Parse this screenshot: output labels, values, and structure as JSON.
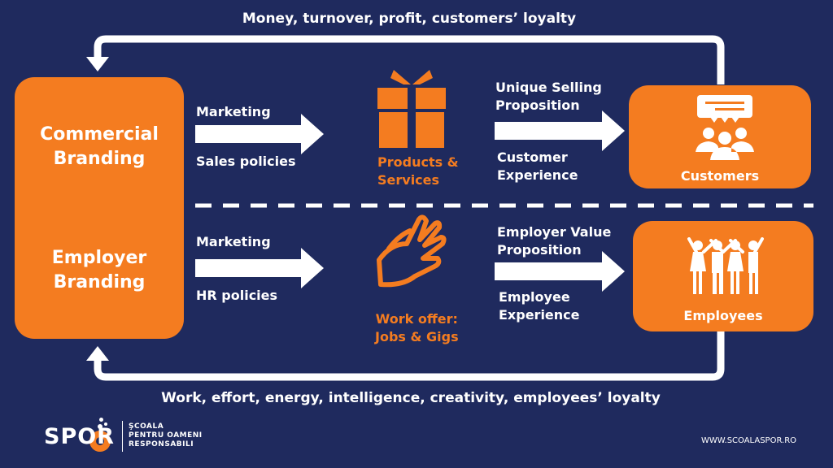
{
  "top_flow": "Money, turnover, profit, customers’ loyalty",
  "bottom_flow": "Work, effort, energy, intelligence, creativity, employees’ loyalty",
  "left": {
    "commercial": [
      "Commercial",
      "Branding"
    ],
    "employer": [
      "Employer",
      "Branding"
    ]
  },
  "commercial_row": {
    "arrow1_top": "Marketing",
    "arrow1_bottom": "Sales policies",
    "product": [
      "Products &",
      "Services"
    ],
    "arrow2_top": [
      "Unique Selling",
      "Proposition"
    ],
    "arrow2_bottom": [
      "Customer",
      "Experience"
    ],
    "target": "Customers"
  },
  "employer_row": {
    "arrow1_top": "Marketing",
    "arrow1_bottom": "HR policies",
    "product": [
      "Work offer:",
      "Jobs & Gigs"
    ],
    "arrow2_top": [
      "Employer Value",
      "Proposition"
    ],
    "arrow2_bottom": [
      "Employee",
      "Experience"
    ],
    "target": "Employees"
  },
  "logo": {
    "name": "SPOR",
    "tagline": [
      "ŞCOALA",
      "PENTRU OAMENI",
      "RESPONSABILI"
    ]
  },
  "website": "WWW.SCOALASPOR.RO",
  "colors": {
    "background": "#1f2a5e",
    "accent": "#f47c20",
    "text": "#ffffff"
  }
}
